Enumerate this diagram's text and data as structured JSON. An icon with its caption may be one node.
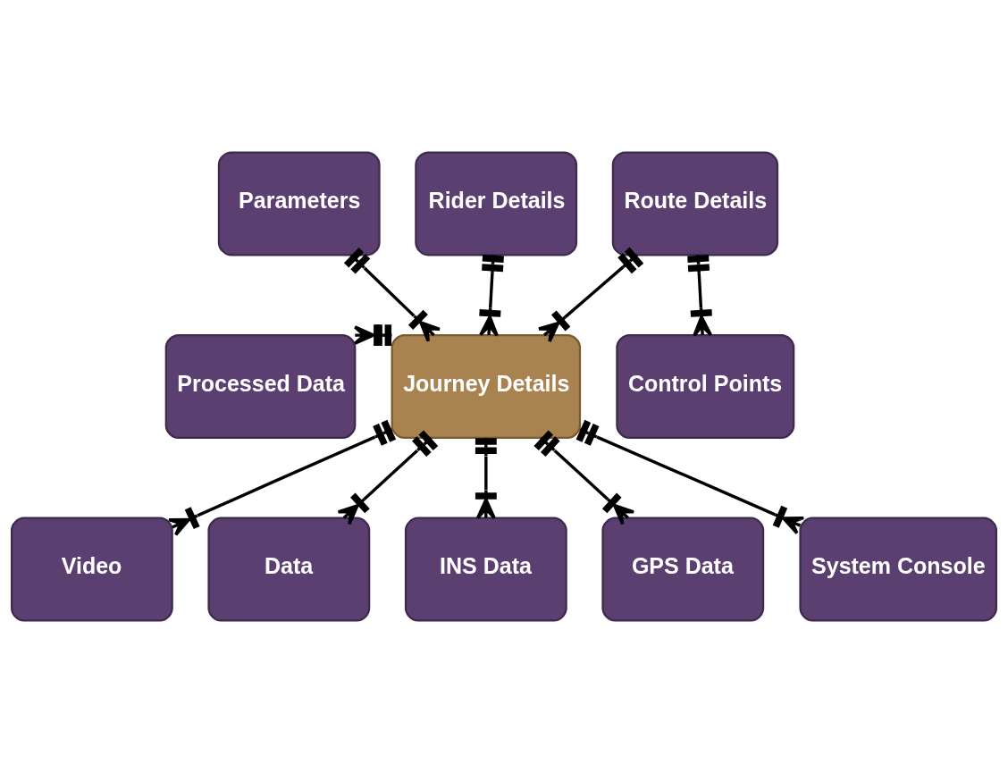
{
  "diagram": {
    "nodes": [
      {
        "text": [
          "Parameters"
        ]
      },
      {
        "text": [
          "Rider Details"
        ]
      },
      {
        "text": [
          "Route Details"
        ]
      },
      {
        "text": [
          "Processed Data"
        ]
      },
      {
        "text": [
          "Journey Details"
        ]
      },
      {
        "text": [
          "Control Points"
        ]
      },
      {
        "text": [
          "Video"
        ]
      },
      {
        "text": [
          "Data"
        ]
      },
      {
        "text": [
          "INS Data"
        ]
      },
      {
        "text": [
          "GPS Data"
        ]
      },
      {
        "text": [
          "System Console"
        ]
      }
    ],
    "edges": [
      {
        "from": 0,
        "to": 4,
        "arrow": "other"
      },
      {
        "from": 1,
        "to": 4,
        "arrow": "other"
      },
      {
        "from": 2,
        "to": 4,
        "arrow": "other"
      },
      {
        "from": 2,
        "to": 5,
        "arrow": "other"
      },
      {
        "from": 4,
        "to": 3,
        "arrow": "other"
      },
      {
        "from": 4,
        "to": 10,
        "arrow": "other"
      },
      {
        "from": 4,
        "to": 6,
        "arrow": "other"
      },
      {
        "from": 4,
        "to": 7,
        "arrow": "other"
      },
      {
        "from": 4,
        "to": 8,
        "arrow": "other"
      },
      {
        "from": 4,
        "to": 9,
        "arrow": "other"
      }
    ]
  }
}
